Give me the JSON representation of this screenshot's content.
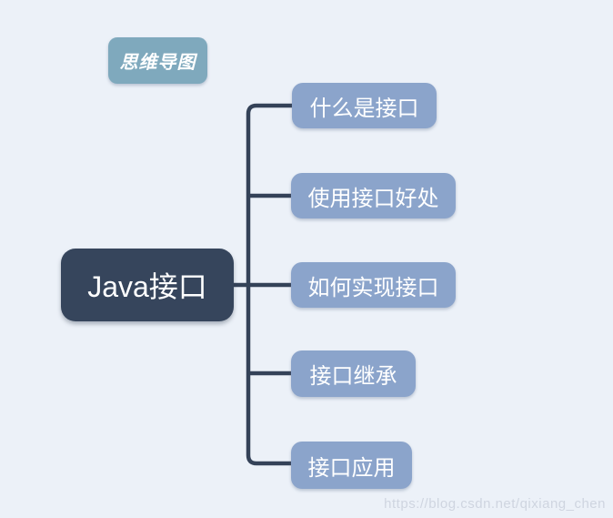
{
  "diagram": {
    "type": "mindmap",
    "badge": {
      "label": "思维导图"
    },
    "root": {
      "label": "Java接口"
    },
    "branches": [
      {
        "label": "什么是接口"
      },
      {
        "label": "使用接口好处"
      },
      {
        "label": "如何实现接口"
      },
      {
        "label": "接口继承"
      },
      {
        "label": "接口应用"
      }
    ]
  },
  "colors": {
    "background": "#ecf1f8",
    "badge": "#7fa9bd",
    "root_node": "#36455c",
    "branch_node": "#8ba4cb",
    "connector": "#344258",
    "watermark": "#cfd5e0"
  },
  "watermark": {
    "text": "https://blog.csdn.net/qixiang_chen"
  }
}
